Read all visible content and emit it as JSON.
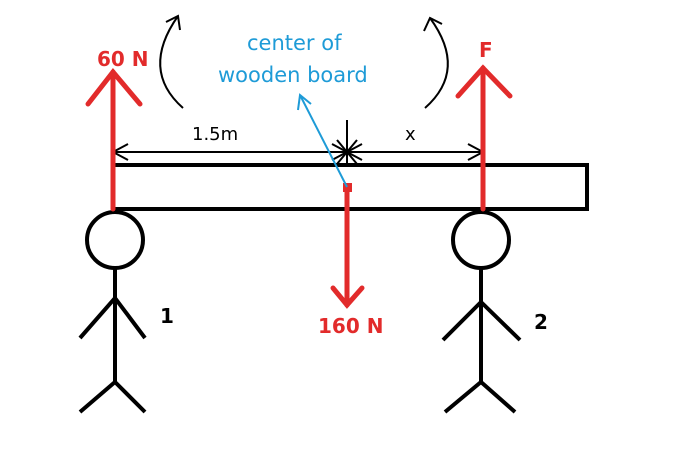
{
  "labels": {
    "force_left": "60 N",
    "force_right": "F",
    "weight": "160 N",
    "center_line1": "center of",
    "center_line2": "wooden board",
    "dist_left": "1.5m",
    "dist_right": "x",
    "person1": "1",
    "person2": "2"
  },
  "colors": {
    "force": "#e22b2b",
    "annotation": "#1e9bd7",
    "line": "#000000"
  }
}
